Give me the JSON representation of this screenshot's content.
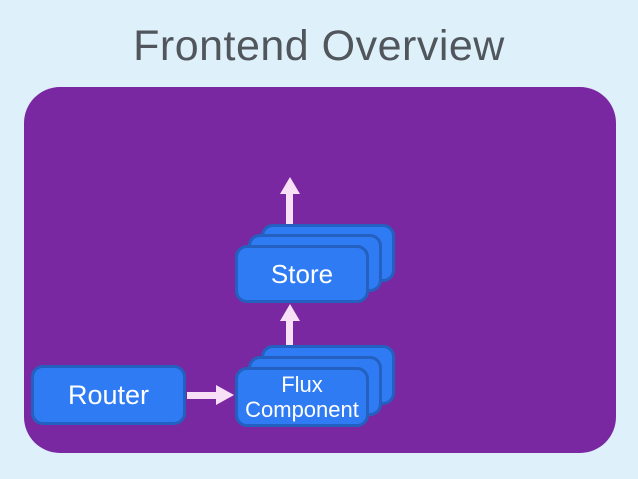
{
  "title": "Frontend Overview",
  "colors": {
    "background": "#def1fb",
    "panel": "#7a28a2",
    "node_fill": "#2f7bf3",
    "node_border": "#2360c0",
    "arrow": "#f8e0f6",
    "title_text": "#51565c",
    "node_text": "#ffffff"
  },
  "diagram": {
    "nodes": {
      "router": {
        "label": "Router"
      },
      "flux": {
        "lines": [
          "Flux",
          "Component"
        ],
        "stack_count": 3
      },
      "store": {
        "label": "Store",
        "stack_count": 3
      }
    },
    "edges": [
      {
        "name": "router-to-flux-component",
        "direction": "right"
      },
      {
        "name": "flux-component-to-store",
        "direction": "up"
      },
      {
        "name": "store-output",
        "direction": "up"
      }
    ]
  }
}
